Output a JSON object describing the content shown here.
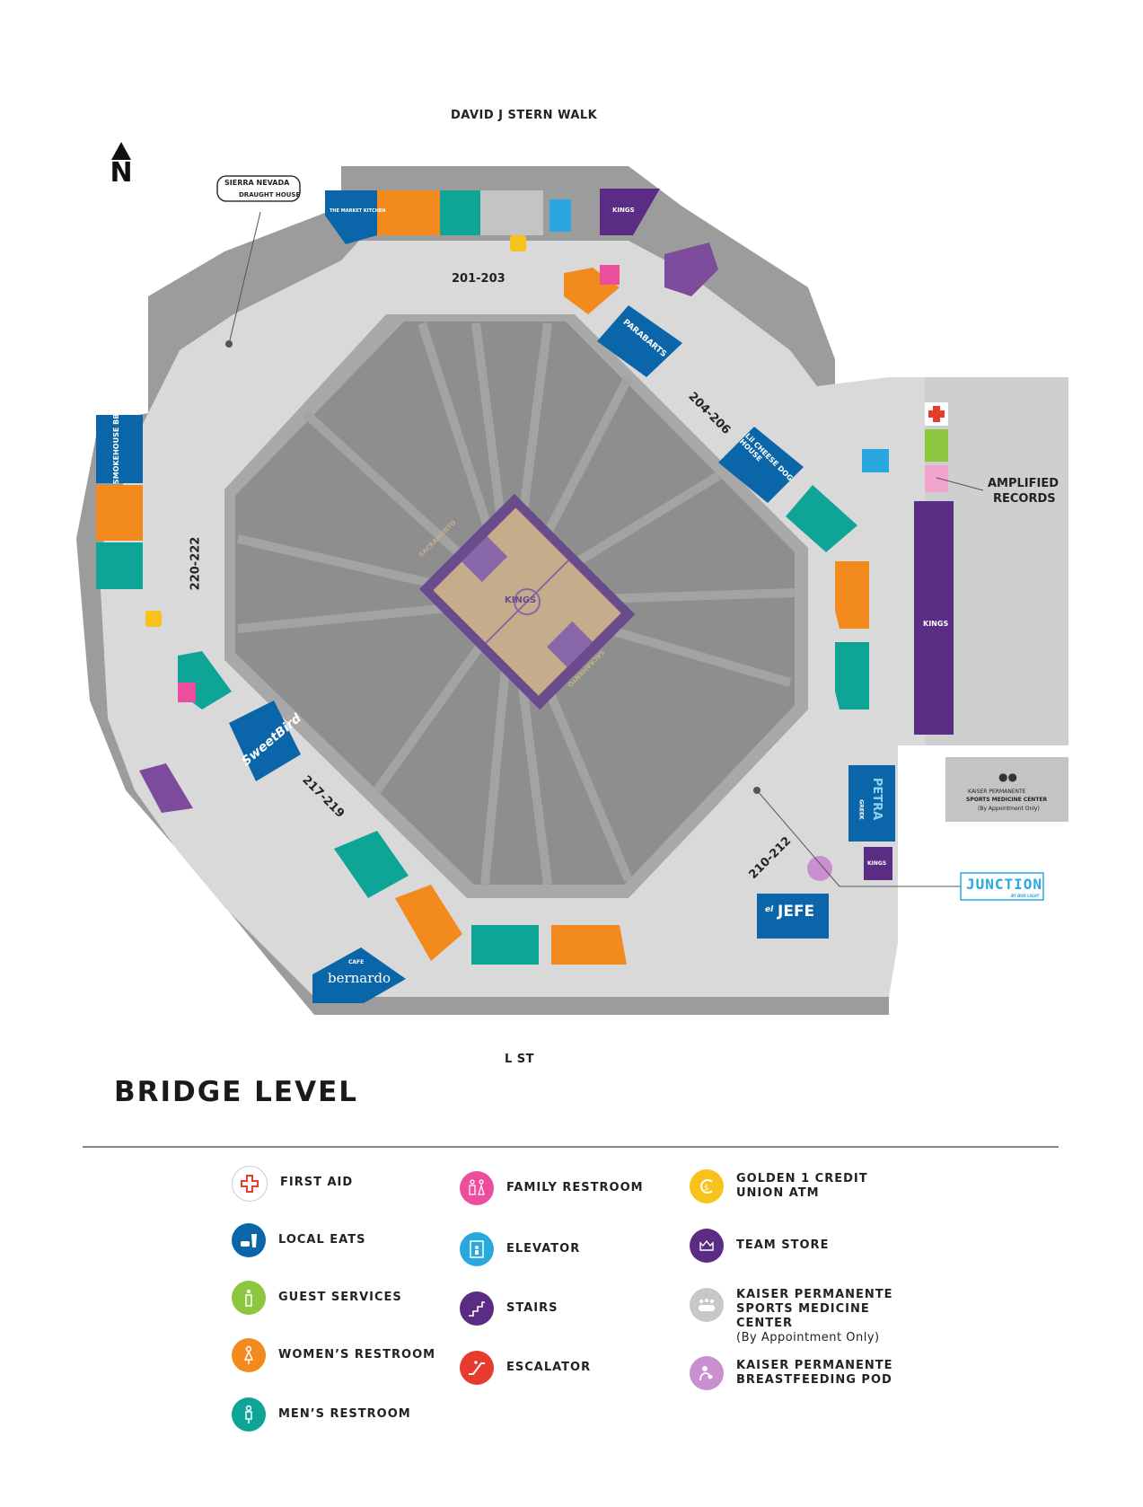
{
  "map": {
    "streets": {
      "north": "DAVID J STERN WALK",
      "south": "L ST"
    },
    "compass_letter": "N",
    "sections": [
      "201-203",
      "204-206",
      "210-212",
      "217-219",
      "220-222"
    ],
    "places": {
      "sierra_nevada": "SIERRA NEVADA",
      "sierra_nevada_sub": "DRAUGHT HOUSE",
      "market_kitchen": "THE MARKET KITCHEN",
      "parabarts": "PARABARTS",
      "lil_cheese": "Lil CHEESE DOG HOUSE",
      "smokehouse": "SMOKEHOUSE BBQ",
      "sweetbird": "SweetBird",
      "petra": "PETRA",
      "petra_sub": "GREEK",
      "el_jefe": "JEFE",
      "el_jefe_pre": "el",
      "cafe_bernardo": "bernardo",
      "cafe_bernardo_pre": "CAFE",
      "amplified_line1": "AMPLIFIED",
      "amplified_line2": "RECORDS",
      "kaiser_line1": "KAISER PERMANENTE",
      "kaiser_line2": "SPORTS MEDICINE CENTER",
      "kaiser_line3": "(By Appointment Only)",
      "junction": "JUNCTION",
      "junction_sub": "BY BUD LIGHT",
      "kings": "KINGS",
      "court_text": "SACRAMENTO"
    },
    "colors": {
      "concourse": "#d9d9d9",
      "outer": "#9c9c9c",
      "seating": "#8e8e8e",
      "orange": "#f28a1e",
      "teal": "#0ea596",
      "blue": "#0a66a8",
      "purple": "#5b2c83",
      "lightblue": "#29a8e0",
      "green": "#8dc63f",
      "pink": "#ec4d9d",
      "yellow": "#f7c21c",
      "red": "#e63b2e",
      "lavender": "#c98fd1"
    }
  },
  "title": "BRIDGE LEVEL",
  "legend": [
    {
      "label": "FIRST AID",
      "icon": "first-aid-icon",
      "color": "#ffffff"
    },
    {
      "label": "LOCAL EATS",
      "icon": "local-eats-icon",
      "color": "#0a66a8"
    },
    {
      "label": "GUEST SERVICES",
      "icon": "guest-services-icon",
      "color": "#8dc63f"
    },
    {
      "label": "WOMEN’S RESTROOM",
      "icon": "womens-restroom-icon",
      "color": "#f28a1e"
    },
    {
      "label": "MEN’S RESTROOM",
      "icon": "mens-restroom-icon",
      "color": "#0ea596"
    },
    {
      "label": "FAMILY RESTROOM",
      "icon": "family-restroom-icon",
      "color": "#ec4d9d"
    },
    {
      "label": "ELEVATOR",
      "icon": "elevator-icon",
      "color": "#29a8e0"
    },
    {
      "label": "STAIRS",
      "icon": "stairs-icon",
      "color": "#5b2c83"
    },
    {
      "label": "ESCALATOR",
      "icon": "escalator-icon",
      "color": "#e63b2e"
    },
    {
      "label": "GOLDEN 1 CREDIT UNION ATM",
      "icon": "atm-icon",
      "color": "#f7c21c"
    },
    {
      "label": "TEAM STORE",
      "icon": "team-store-icon",
      "color": "#5b2c83"
    },
    {
      "label": "KAISER PERMANENTE SPORTS MEDICINE CENTER",
      "sub": "(By Appointment Only)",
      "icon": "sports-medicine-icon",
      "color": "#c7c7c7"
    },
    {
      "label": "KAISER PERMANENTE BREASTFEEDING POD",
      "icon": "breastfeeding-pod-icon",
      "color": "#c98fd1"
    }
  ]
}
